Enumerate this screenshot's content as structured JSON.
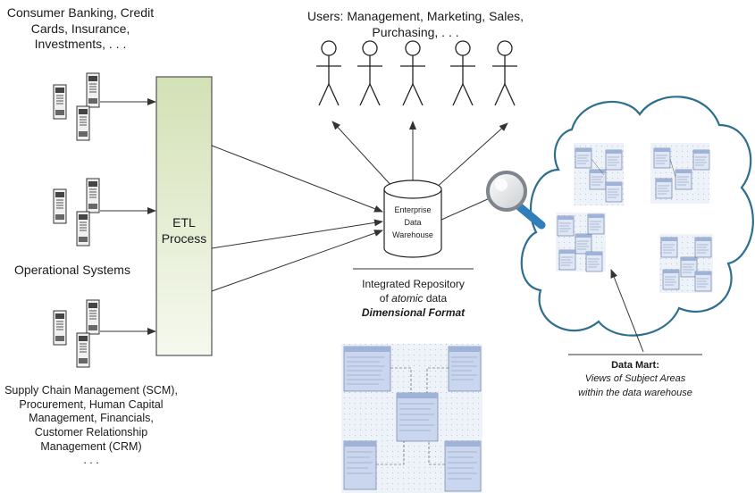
{
  "sources": {
    "top_label": [
      "Consumer Banking, Credit",
      "Cards, Insurance,",
      "Investments, . . ."
    ],
    "middle_label": "Operational Systems",
    "bottom_label": [
      "Supply Chain Management (SCM),",
      "Procurement, Human Capital",
      "Management, Financials,",
      "Customer Relationship",
      "Management (CRM)",
      ". . ."
    ]
  },
  "etl": {
    "line1": "ETL",
    "line2": "Process"
  },
  "users": {
    "label": [
      "Users: Management, Marketing, Sales,",
      "Purchasing, . . ."
    ]
  },
  "warehouse": {
    "line1": "Enterprise",
    "line2": "Data",
    "line3": "Warehouse"
  },
  "repository": {
    "line1": "Integrated Repository",
    "line2_prefix": "of ",
    "line2_em": "atomic",
    "line2_suffix": " data",
    "line3": "Dimensional Format"
  },
  "data_mart": {
    "title": "Data Mart:",
    "line2": "Views of Subject Areas",
    "line3": "within the data warehouse"
  },
  "colors": {
    "etl_fill_top": "#d6e3bc",
    "etl_fill_bottom": "#f4f8ec",
    "cloud_stroke": "#2e6f8e",
    "schema_bg": "#e8eef8",
    "schema_table": "#c9d6ee"
  }
}
